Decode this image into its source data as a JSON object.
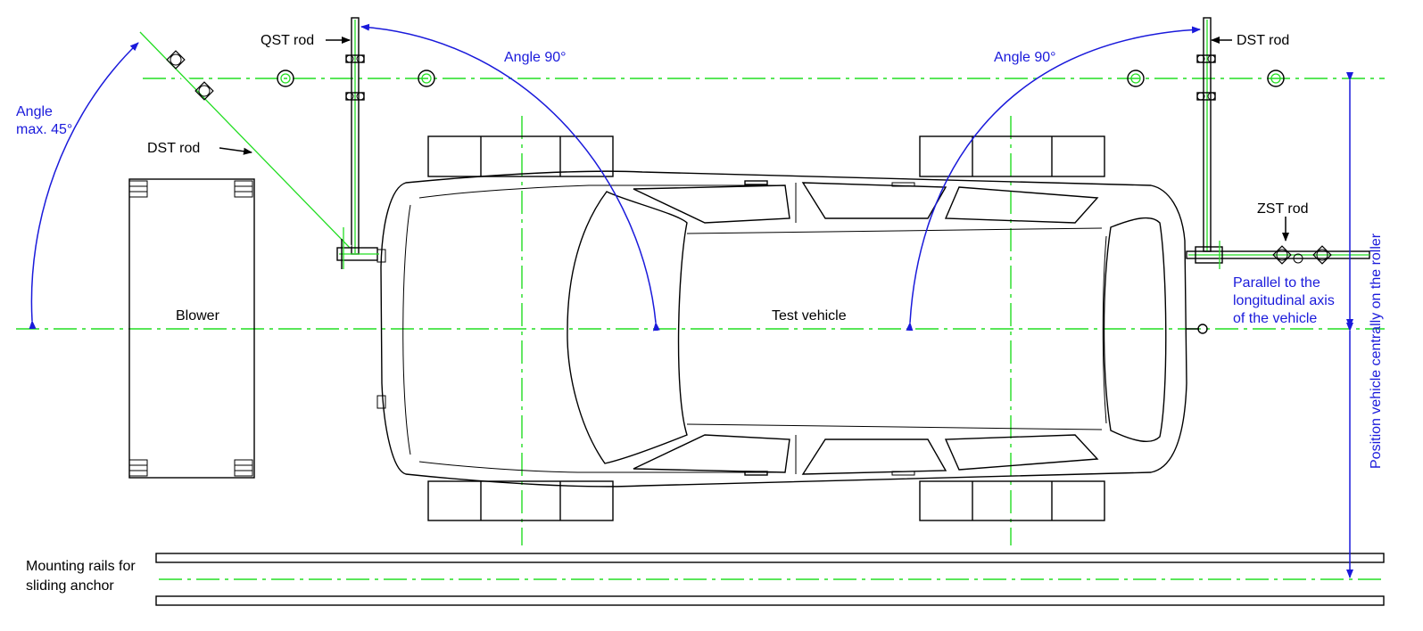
{
  "labels": {
    "qst_rod": "QST rod",
    "dst_rod_left": "DST rod",
    "dst_rod_right": "DST rod",
    "zst_rod": "ZST rod",
    "blower": "Blower",
    "test_vehicle": "Test vehicle",
    "mounting_rails": [
      "Mounting rails for",
      "sliding anchor"
    ]
  },
  "annotations": {
    "angle_left": [
      "Angle",
      "max. 45°"
    ],
    "angle_90_left": "Angle 90°",
    "angle_90_right": "Angle 90°",
    "parallel_note": [
      "Parallel to the",
      "longitudinal axis",
      "of the vehicle"
    ],
    "position_note": "Position vehicle centrally on the roller"
  },
  "colors": {
    "line": "#000000",
    "centerline": "#22dd22",
    "annotation": "#1a1adb"
  }
}
